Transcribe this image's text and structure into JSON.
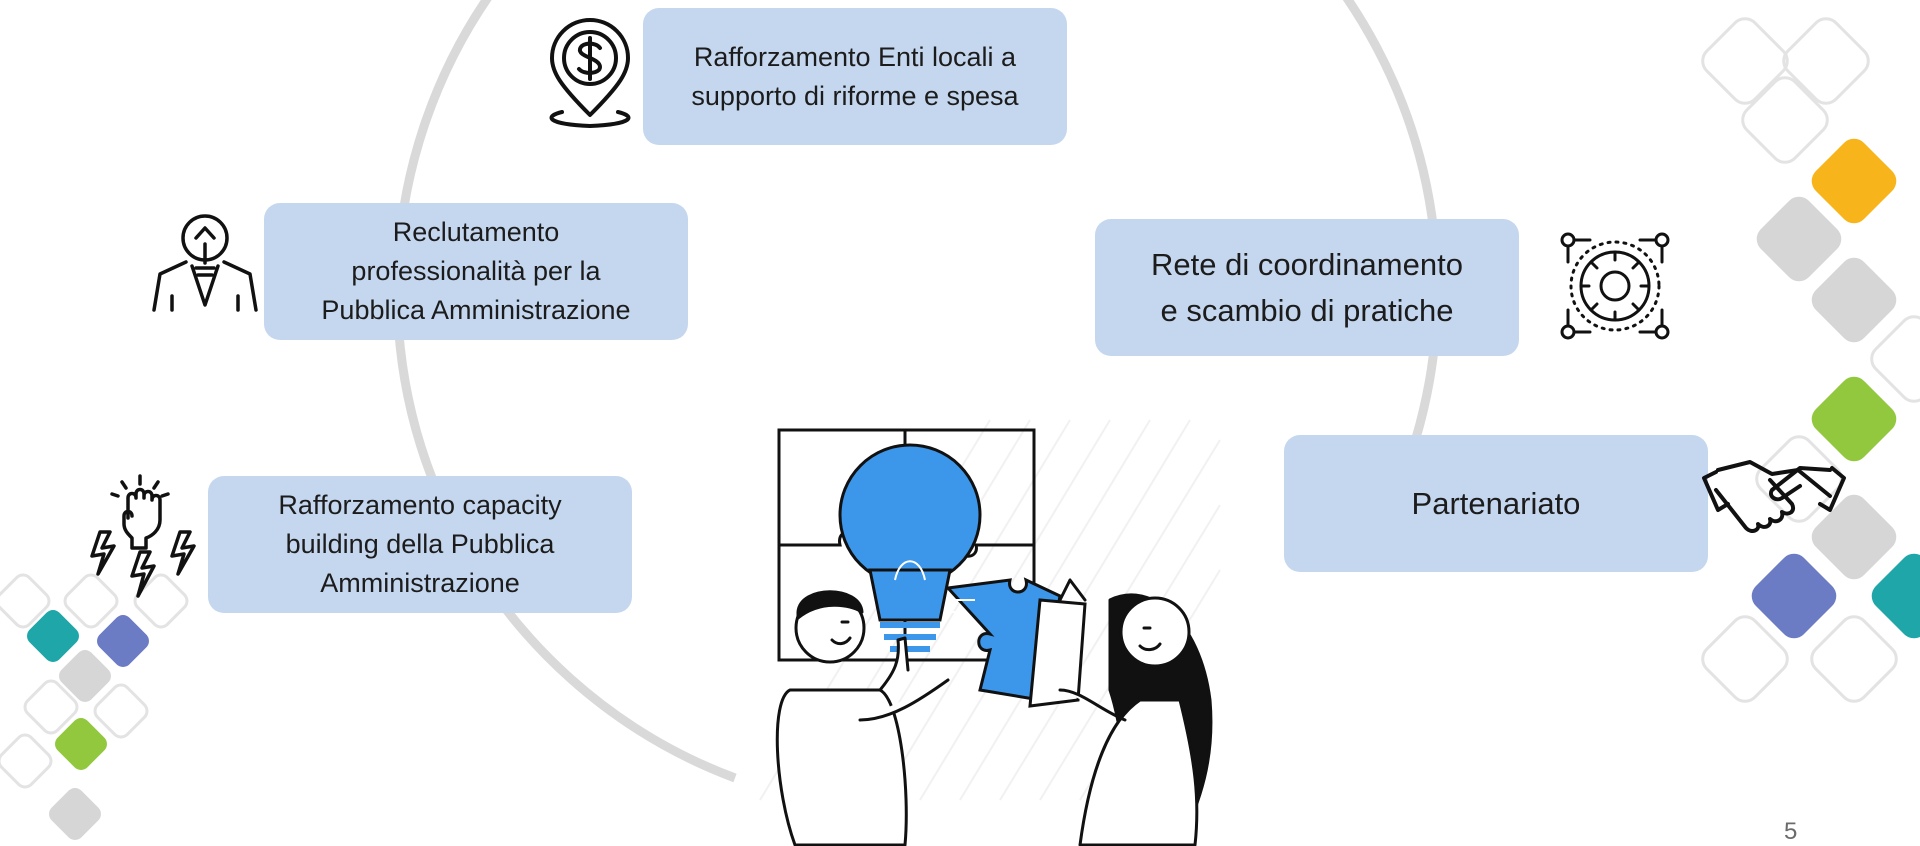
{
  "diagram": {
    "nodes": [
      {
        "id": "enti",
        "label": "Rafforzamento Enti locali a\nsupporto di riforme e spesa",
        "icon": "dollar-location-pin-icon"
      },
      {
        "id": "reclutamento",
        "label": "Reclutamento\nprofessionalità per la\nPubblica Amministrazione",
        "icon": "idea-person-icon"
      },
      {
        "id": "rete",
        "label": "Rete di coordinamento\ne scambio di pratiche",
        "icon": "gear-network-icon"
      },
      {
        "id": "partenariato",
        "label": "Partenariato",
        "icon": "handshake-icon"
      },
      {
        "id": "capacity",
        "label": "Rafforzamento capacity\nbuilding della Pubblica\nAmministrazione",
        "icon": "raised-fist-lightning-icon"
      }
    ]
  },
  "colors": {
    "box_fill": "#c5d7ef",
    "ring": "#d9d9d9",
    "accent_orange": "#f8b41b",
    "accent_green": "#92c83e",
    "accent_blue": "#6b7bc4",
    "accent_teal": "#1fa6a8",
    "accent_gray": "#d6d6d6",
    "bulb_blue": "#3c97ea"
  },
  "page_number": "5"
}
